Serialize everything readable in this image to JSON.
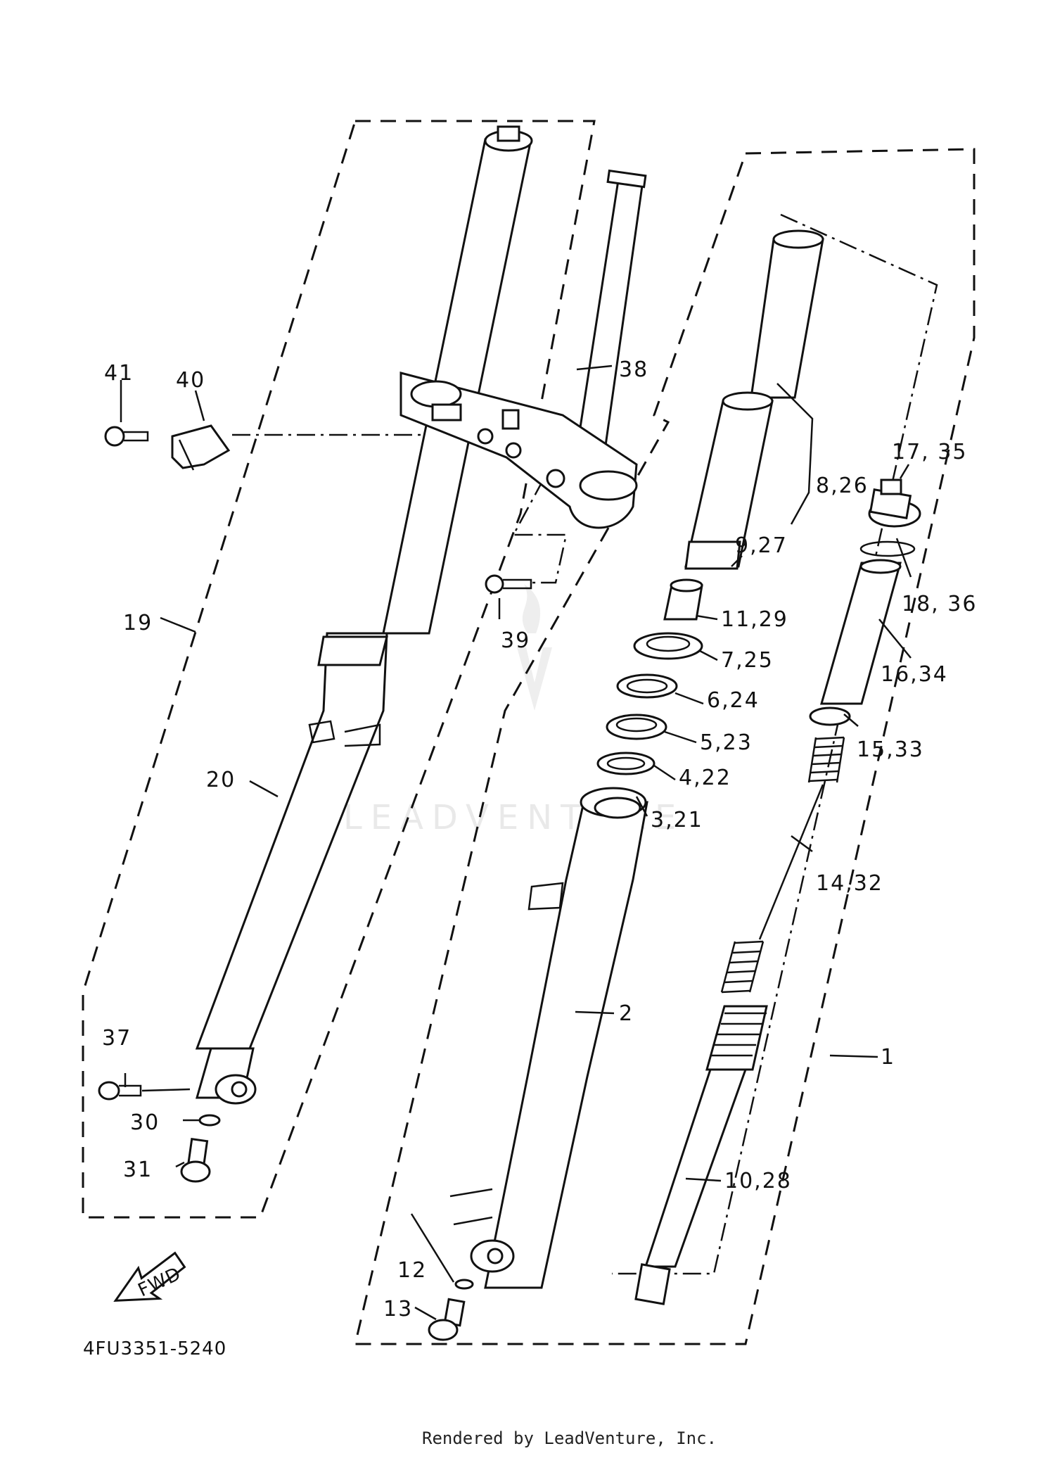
{
  "diagram": {
    "code": "4FU3351-5240",
    "footer": "Rendered by LeadVenture, Inc.",
    "watermark": "LEADVENTURE",
    "fwd_label": "FWD",
    "labels": [
      {
        "id": "p1",
        "text": "1"
      },
      {
        "id": "p2",
        "text": "2"
      },
      {
        "id": "p3",
        "text": "3,21"
      },
      {
        "id": "p4",
        "text": "4,22"
      },
      {
        "id": "p5",
        "text": "5,23"
      },
      {
        "id": "p6",
        "text": "6,24"
      },
      {
        "id": "p7",
        "text": "7,25"
      },
      {
        "id": "p8",
        "text": "8,26"
      },
      {
        "id": "p9",
        "text": "9,27"
      },
      {
        "id": "p10",
        "text": "10,28"
      },
      {
        "id": "p11",
        "text": "11,29"
      },
      {
        "id": "p12",
        "text": "12"
      },
      {
        "id": "p13",
        "text": "13"
      },
      {
        "id": "p14",
        "text": "14,32"
      },
      {
        "id": "p15",
        "text": "15,33"
      },
      {
        "id": "p16",
        "text": "16,34"
      },
      {
        "id": "p17",
        "text": "17, 35"
      },
      {
        "id": "p18",
        "text": "18, 36"
      },
      {
        "id": "p19",
        "text": "19"
      },
      {
        "id": "p20",
        "text": "20"
      },
      {
        "id": "p30",
        "text": "30"
      },
      {
        "id": "p31",
        "text": "31"
      },
      {
        "id": "p37",
        "text": "37"
      },
      {
        "id": "p38",
        "text": "38"
      },
      {
        "id": "p39",
        "text": "39"
      },
      {
        "id": "p40",
        "text": "40"
      },
      {
        "id": "p41",
        "text": "41"
      }
    ]
  }
}
